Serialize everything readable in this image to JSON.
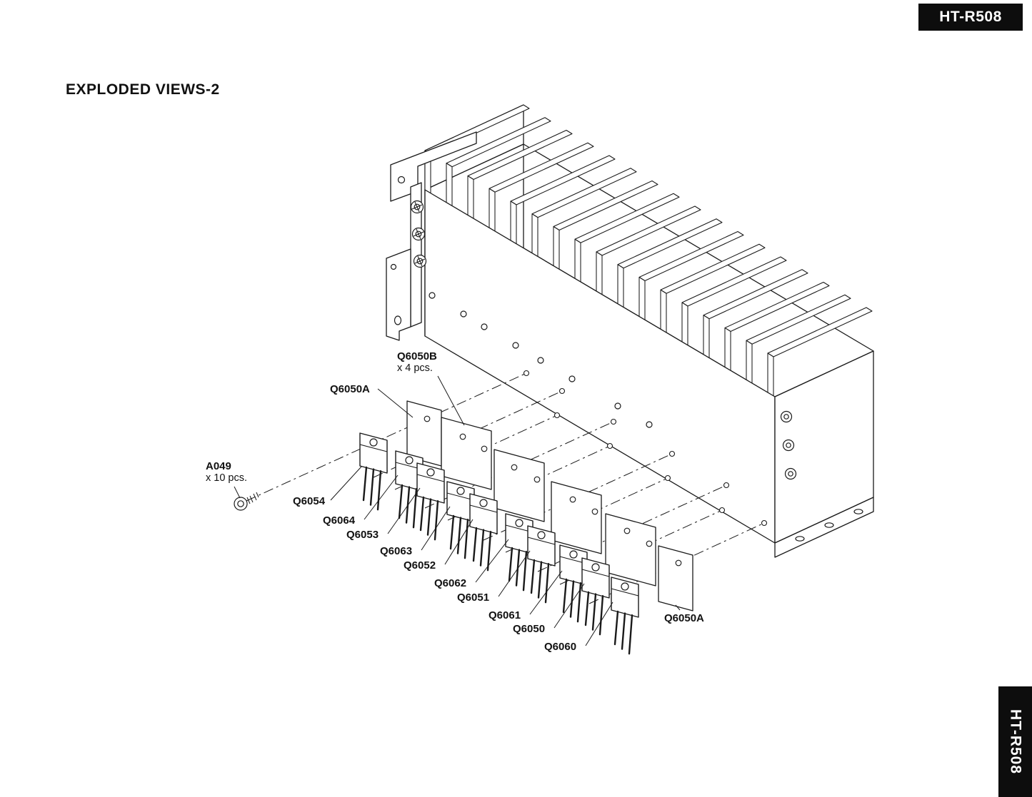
{
  "page": {
    "title": "EXPLODED VIEWS-2"
  },
  "header": {
    "model_badge": "HT-R508"
  },
  "side_tab": {
    "model_badge": "HT-R508"
  },
  "colors": {
    "ink": "#111111",
    "badge_bg": "#0d0d0d",
    "paper": "#ffffff"
  },
  "diagram": {
    "kind": "exploded-view",
    "subject": "heatsink-and-output-transistors",
    "labels": {
      "q6050b": {
        "text": "Q6050B",
        "qty": "x 4 pcs."
      },
      "q6050a_left": {
        "text": "Q6050A"
      },
      "a049": {
        "text": "A049",
        "qty": "x 10 pcs."
      },
      "q6054": {
        "text": "Q6054"
      },
      "q6064": {
        "text": "Q6064"
      },
      "q6053": {
        "text": "Q6053"
      },
      "q6063": {
        "text": "Q6063"
      },
      "q6052": {
        "text": "Q6052"
      },
      "q6062": {
        "text": "Q6062"
      },
      "q6051": {
        "text": "Q6051"
      },
      "q6061": {
        "text": "Q6061"
      },
      "q6050": {
        "text": "Q6050"
      },
      "q6060": {
        "text": "Q6060"
      },
      "q6050a_right": {
        "text": "Q6050A"
      }
    }
  }
}
